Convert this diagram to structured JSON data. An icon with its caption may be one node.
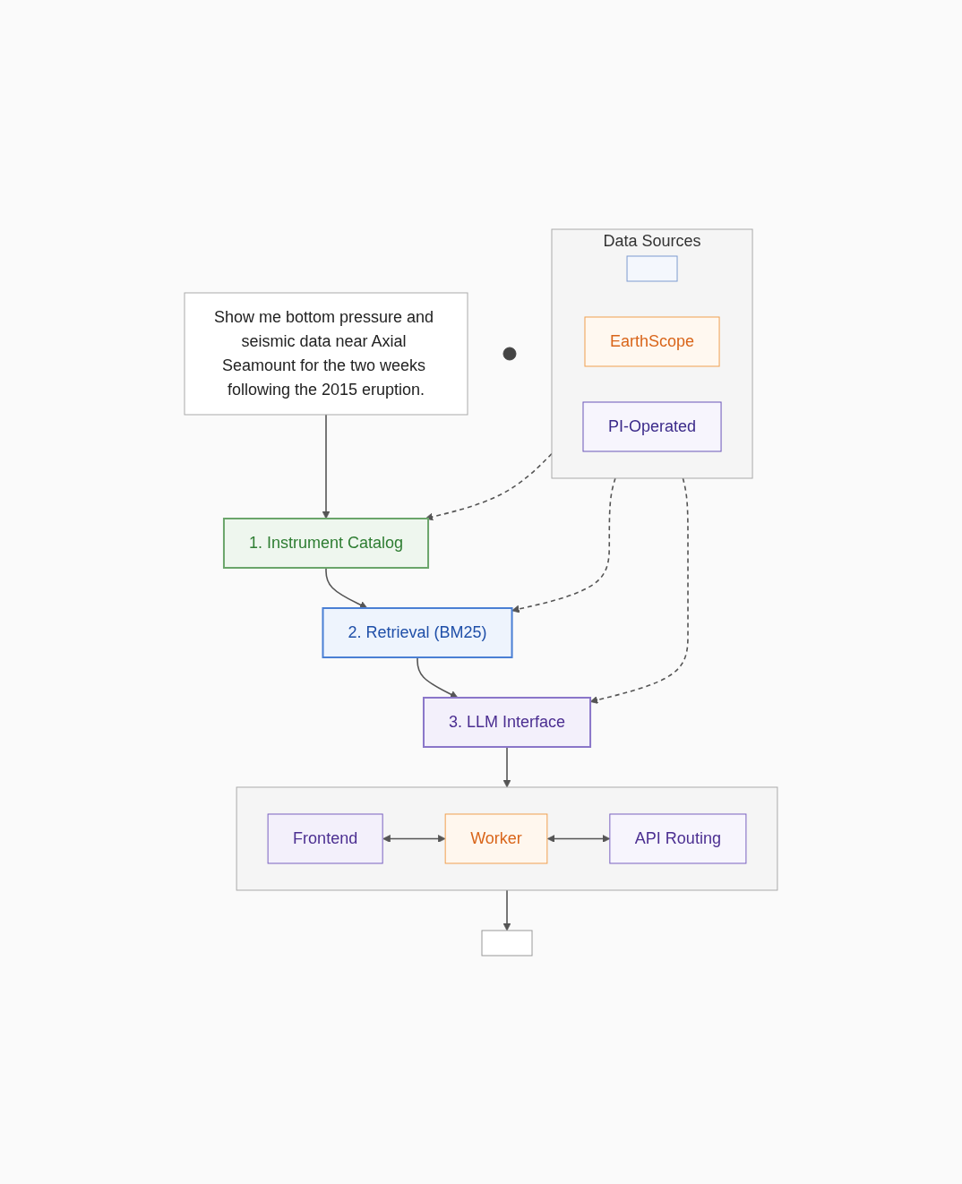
{
  "diagram": {
    "nodes": [
      {
        "text": [],
        "shape": "person"
      },
      {
        "text": [
          "Show me bottom pressure and seismic data near Axial Seamount for the two weeks following the 2015 eruption."
        ]
      },
      {
        "text": [
          "1. Instrument Catalog"
        ]
      },
      {
        "text": [
          "2. Retrieval (BM25)"
        ]
      },
      {
        "text": [
          "3. LLM Interface"
        ]
      },
      {
        "text": [],
        "shape": "box"
      },
      {
        "text": [
          "Frontend"
        ],
        "in": 5
      },
      {
        "text": [
          "Worker"
        ],
        "in": 5
      },
      {
        "text": [
          "API Routing"
        ],
        "in": 5
      },
      {
        "text": [],
        "shape": "box"
      },
      {
        "text": [
          "Data Sources"
        ]
      },
      {
        "text": [],
        "shape": "box",
        "in": 10
      },
      {
        "text": [
          "EarthScope"
        ],
        "in": 10
      },
      {
        "text": [
          "PI-Operated"
        ],
        "in": 10
      }
    ],
    "edges": [
      {
        "from": 1,
        "to": 2,
        "arrow": "to"
      },
      {
        "from": 2,
        "to": 3,
        "arrow": "to"
      },
      {
        "from": 3,
        "to": 4,
        "arrow": "to"
      },
      {
        "from": 4,
        "to": 5,
        "arrow": "to"
      },
      {
        "from": 6,
        "to": 7,
        "arrow": "both"
      },
      {
        "from": 7,
        "to": 8,
        "arrow": "both"
      },
      {
        "from": 5,
        "to": 9,
        "arrow": "to"
      },
      {
        "from": 10,
        "to": 2,
        "arrow": "to",
        "style": "dashed"
      },
      {
        "from": 10,
        "to": 3,
        "arrow": "to",
        "style": "dashed"
      },
      {
        "from": 10,
        "to": 4,
        "arrow": "to",
        "style": "dashed"
      }
    ]
  }
}
